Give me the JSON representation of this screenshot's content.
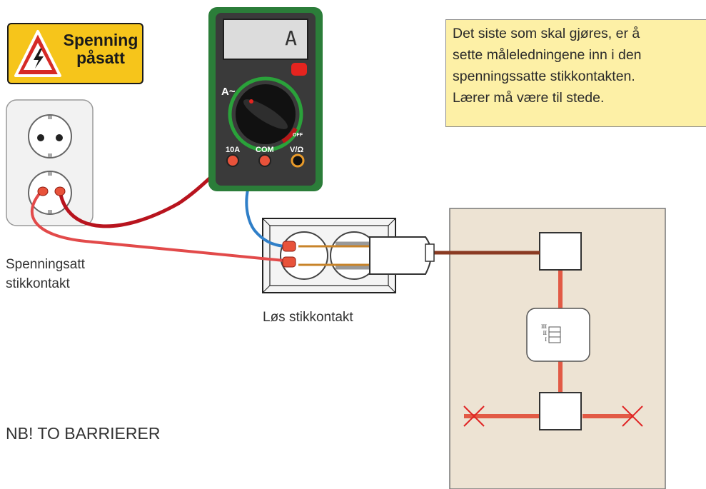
{
  "warning_sign": {
    "line1": "Spenning",
    "line2": "påsatt"
  },
  "note": {
    "line1": "Det siste som skal gjøres, er å",
    "line2": "sette måleledningene inn i den",
    "line3": "spenningssatte stikkontakten.",
    "line4": "Lærer må være til stede."
  },
  "labels": {
    "live_outlet_line1": "Spenningsatt",
    "live_outlet_line2": "stikkontakt",
    "loose_outlet": "Løs stikkontakt",
    "barriers": "NB! TO BARRIERER"
  },
  "multimeter": {
    "display": "A",
    "mode_label": "A~",
    "off_label": "OFF",
    "port_10a": "10A",
    "port_com": "COM",
    "port_v": "V/Ω"
  },
  "switch_labels": {
    "iii": "III",
    "ii": "II",
    "i": "I"
  },
  "colors": {
    "warning_yellow": "#f6c51b",
    "note_bg": "#fdf0a6",
    "meter_green": "#2b7d39",
    "lead_red": "#c8202a",
    "lead_blue": "#2f7fc8",
    "wall_beige": "#ede3d3",
    "cable_red": "#e25a45"
  },
  "icons": [
    "high-voltage-triangle-icon",
    "rotary-dial-icon"
  ]
}
